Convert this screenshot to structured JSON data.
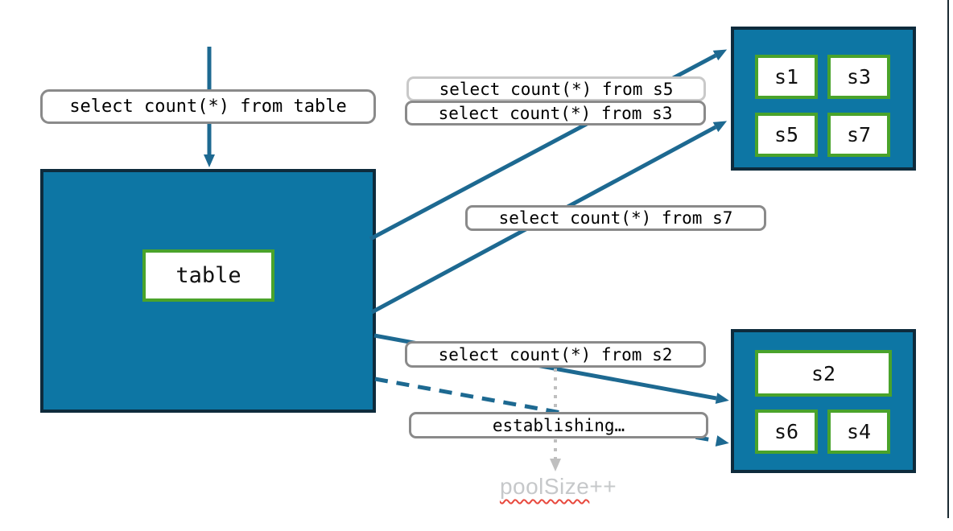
{
  "colors": {
    "teal_fill": "#0d76a4",
    "dark_border": "#0e2b3c",
    "green_border": "#4aa32b",
    "gray_border": "#8a8a8a",
    "light_gray_border": "#c9c9c9",
    "arrow": "#1d6991",
    "muted_text": "#c6c8ca",
    "squiggle_red": "#e8493e"
  },
  "main_table": {
    "label": "table"
  },
  "queries": {
    "from_table": "select count(*) from table",
    "from_s5": "select count(*) from s5",
    "from_s3": "select count(*) from s3",
    "from_s7": "select count(*) from s7",
    "from_s2": "select count(*) from s2",
    "establishing": "establishing…"
  },
  "shard_group_top": {
    "shards": [
      {
        "name": "s1"
      },
      {
        "name": "s3"
      },
      {
        "name": "s5"
      },
      {
        "name": "s7"
      }
    ]
  },
  "shard_group_bottom": {
    "shards": [
      {
        "name": "s2"
      },
      {
        "name": "s6"
      },
      {
        "name": "s4"
      }
    ]
  },
  "annotation": {
    "misspelled": "poolSize",
    "suffix": "++"
  }
}
